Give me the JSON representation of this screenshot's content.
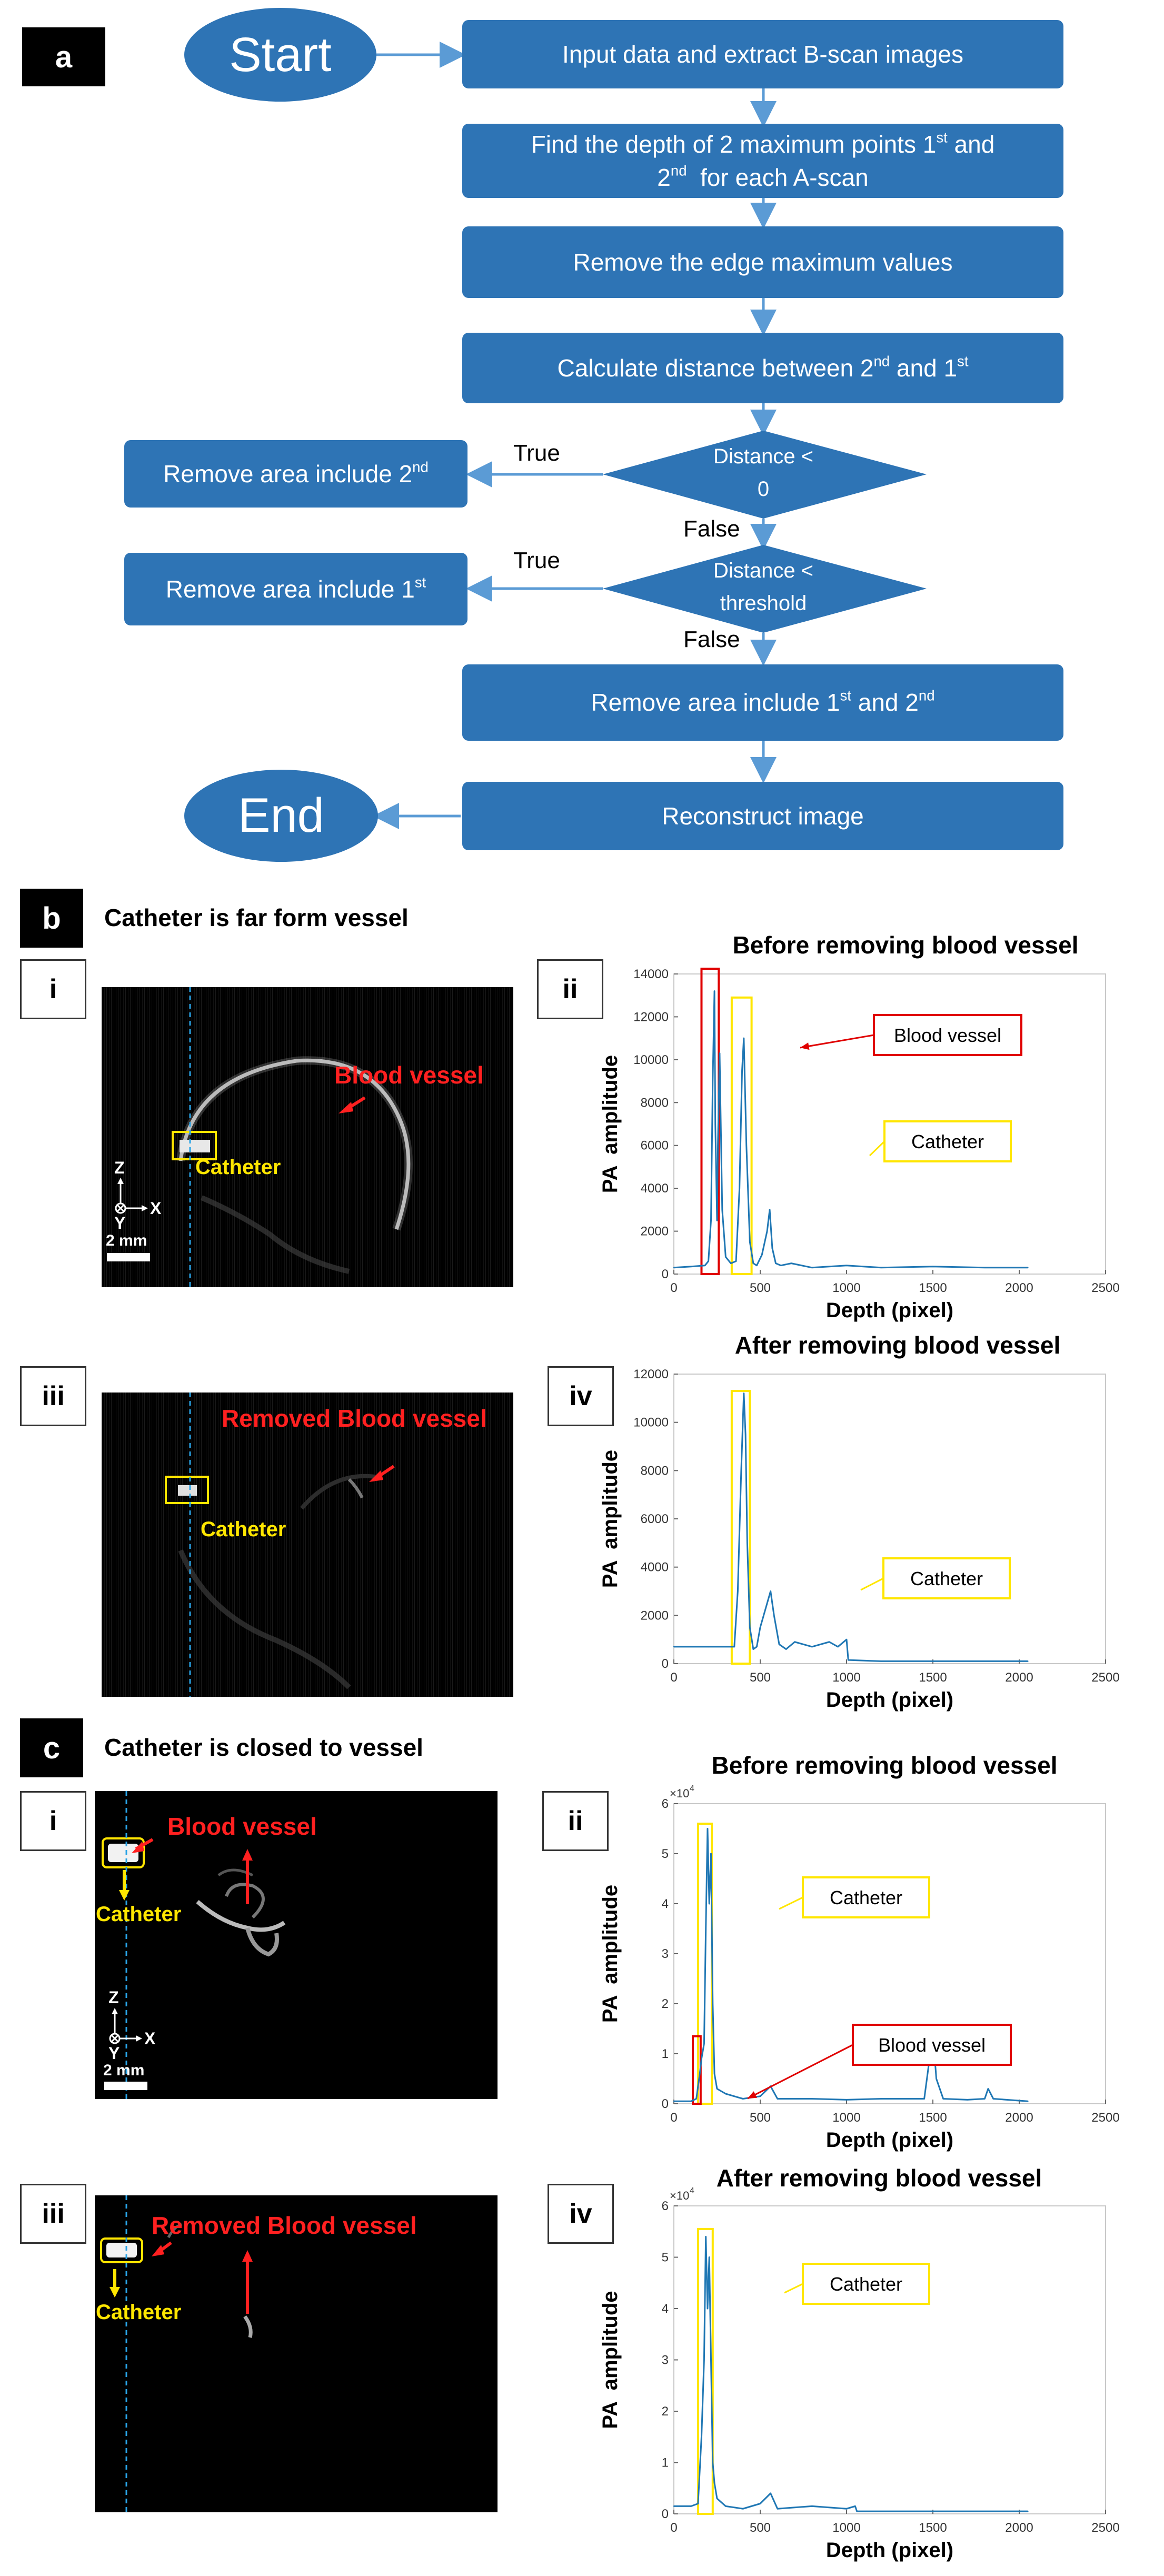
{
  "panel_a": {
    "tag": "a",
    "start": "Start",
    "end": "End",
    "steps": {
      "input": "Input data and extract B-scan images",
      "find_1": "Find the depth of 2 maximum points 1",
      "find_sup1": "st",
      "find_2": " and",
      "find_3": "2",
      "find_sup2": "nd",
      "find_4": "  for each A-scan",
      "remove_edge": "Remove the edge maximum values",
      "calc_1": "Calculate distance between 2",
      "calc_sup1": "nd",
      "calc_2": " and 1",
      "calc_sup2": "st",
      "remove_both_1": "Remove area include 1",
      "remove_both_sup1": "st",
      "remove_both_2": " and 2",
      "remove_both_sup2": "nd",
      "reconstruct": "Reconstruct image"
    },
    "decision1": {
      "line1": "Distance <",
      "line2": "0"
    },
    "decision2": {
      "line1": "Distance <",
      "line2": "threshold"
    },
    "side1": {
      "text": "Remove area include 2",
      "sup": "nd"
    },
    "side2": {
      "text": "Remove area include 1",
      "sup": "st"
    },
    "true_label": "True",
    "false_label": "False"
  },
  "panel_b": {
    "tag": "b",
    "heading": "Catheter is far form vessel",
    "i": {
      "label": "i",
      "blood_vessel": "Blood vessel",
      "catheter": "Catheter",
      "axis_z": "Z",
      "axis_x": "X",
      "axis_y": "Y",
      "scale": "2 mm"
    },
    "iii": {
      "label": "iii",
      "removed": "Removed Blood vessel",
      "catheter": "Catheter"
    },
    "ii": {
      "label": "ii",
      "callout_vessel": "Blood vessel",
      "callout_catheter": "Catheter"
    },
    "iv": {
      "label": "iv",
      "callout_catheter": "Catheter"
    }
  },
  "panel_c": {
    "tag": "c",
    "heading": "Catheter is closed to vessel",
    "i": {
      "label": "i",
      "blood_vessel": "Blood vessel",
      "catheter": "Catheter",
      "axis_z": "Z",
      "axis_x": "X",
      "axis_y": "Y",
      "scale": "2 mm"
    },
    "iii": {
      "label": "iii",
      "removed": "Removed Blood vessel",
      "catheter": "Catheter"
    },
    "ii": {
      "label": "ii",
      "callout_catheter": "Catheter",
      "callout_vessel": "Blood vessel"
    },
    "iv": {
      "label": "iv",
      "callout_catheter": "Catheter"
    }
  },
  "chart_data": [
    {
      "id": "b-ii",
      "type": "line",
      "title": "Before removing blood vessel",
      "xlabel": "Depth (pixel)",
      "ylabel": "PA  amplitude",
      "xlim": [
        0,
        2500
      ],
      "ylim": [
        0,
        14000
      ],
      "xticks": [
        "0",
        "500",
        "1000",
        "1500",
        "2000",
        "2500"
      ],
      "yticks": [
        "0",
        "2000",
        "4000",
        "6000",
        "8000",
        "10000",
        "12000",
        "14000"
      ],
      "exponent": "",
      "series": [
        {
          "x": [
            0,
            100,
            180,
            200,
            215,
            225,
            235,
            240,
            250,
            255,
            265,
            280,
            300,
            330,
            360,
            380,
            395,
            405,
            420,
            440,
            460,
            480,
            510,
            540,
            555,
            570,
            590,
            620,
            680,
            800,
            1000,
            1200,
            1500,
            1800,
            2050
          ],
          "y": [
            300,
            350,
            400,
            600,
            2500,
            9000,
            13200,
            7000,
            2500,
            6000,
            10300,
            3000,
            800,
            500,
            600,
            4000,
            9500,
            11000,
            6000,
            1500,
            500,
            400,
            900,
            2000,
            3000,
            1200,
            500,
            400,
            500,
            300,
            400,
            300,
            350,
            300,
            300
          ]
        }
      ]
    },
    {
      "id": "b-iv",
      "type": "line",
      "title": "After removing blood vessel",
      "xlabel": "Depth (pixel)",
      "ylabel": "PA  amplitude",
      "xlim": [
        0,
        2500
      ],
      "ylim": [
        0,
        12000
      ],
      "xticks": [
        "0",
        "500",
        "1000",
        "1500",
        "2000",
        "2500"
      ],
      "yticks": [
        "0",
        "2000",
        "4000",
        "6000",
        "8000",
        "10000",
        "12000"
      ],
      "exponent": "",
      "series": [
        {
          "x": [
            0,
            200,
            300,
            350,
            370,
            390,
            405,
            415,
            425,
            440,
            460,
            480,
            500,
            540,
            560,
            580,
            610,
            650,
            700,
            800,
            900,
            950,
            1000,
            1010,
            1200,
            2050
          ],
          "y": [
            700,
            700,
            700,
            700,
            3000,
            8000,
            11200,
            9500,
            5000,
            1500,
            600,
            700,
            1500,
            2500,
            3000,
            2000,
            800,
            600,
            900,
            700,
            900,
            700,
            1000,
            150,
            100,
            100
          ]
        }
      ]
    },
    {
      "id": "c-ii",
      "type": "line",
      "title": "Before removing blood vessel",
      "xlabel": "Depth (pixel)",
      "ylabel": "PA  amplitude",
      "xlim": [
        0,
        2500
      ],
      "ylim": [
        0,
        6
      ],
      "xticks": [
        "0",
        "500",
        "1000",
        "1500",
        "2000",
        "2500"
      ],
      "yticks": [
        "0",
        "1",
        "2",
        "3",
        "4",
        "5",
        "6"
      ],
      "exponent": "×10",
      "exponent_power": "4",
      "series": [
        {
          "x": [
            0,
            100,
            130,
            150,
            160,
            175,
            185,
            195,
            205,
            215,
            225,
            235,
            250,
            300,
            400,
            500,
            560,
            600,
            800,
            1000,
            1200,
            1450,
            1500,
            1520,
            1560,
            1700,
            1800,
            1820,
            1850,
            2050
          ],
          "y": [
            0.05,
            0.05,
            0.1,
            0.6,
            0.9,
            1.2,
            3.5,
            5.5,
            4.0,
            5.0,
            2.0,
            0.6,
            0.3,
            0.2,
            0.1,
            0.15,
            0.35,
            0.1,
            0.1,
            0.08,
            0.1,
            0.1,
            1.4,
            0.5,
            0.1,
            0.08,
            0.1,
            0.3,
            0.1,
            0.05
          ]
        }
      ]
    },
    {
      "id": "c-iv",
      "type": "line",
      "title": "After removing blood vessel",
      "xlabel": "Depth (pixel)",
      "ylabel": "PA  amplitude",
      "xlim": [
        0,
        2500
      ],
      "ylim": [
        0,
        6
      ],
      "xticks": [
        "0",
        "500",
        "1000",
        "1500",
        "2000",
        "2500"
      ],
      "yticks": [
        "0",
        "1",
        "2",
        "3",
        "4",
        "5",
        "6"
      ],
      "exponent": "×10",
      "exponent_power": "4",
      "series": [
        {
          "x": [
            0,
            100,
            140,
            160,
            175,
            185,
            195,
            205,
            215,
            225,
            235,
            250,
            300,
            400,
            500,
            560,
            600,
            800,
            1000,
            1050,
            1060,
            1500,
            2050
          ],
          "y": [
            0.15,
            0.15,
            0.2,
            1.5,
            3.0,
            5.4,
            4.0,
            5.0,
            3.0,
            1.0,
            0.6,
            0.3,
            0.15,
            0.1,
            0.2,
            0.4,
            0.1,
            0.15,
            0.1,
            0.15,
            0.05,
            0.05,
            0.05
          ]
        }
      ]
    }
  ]
}
